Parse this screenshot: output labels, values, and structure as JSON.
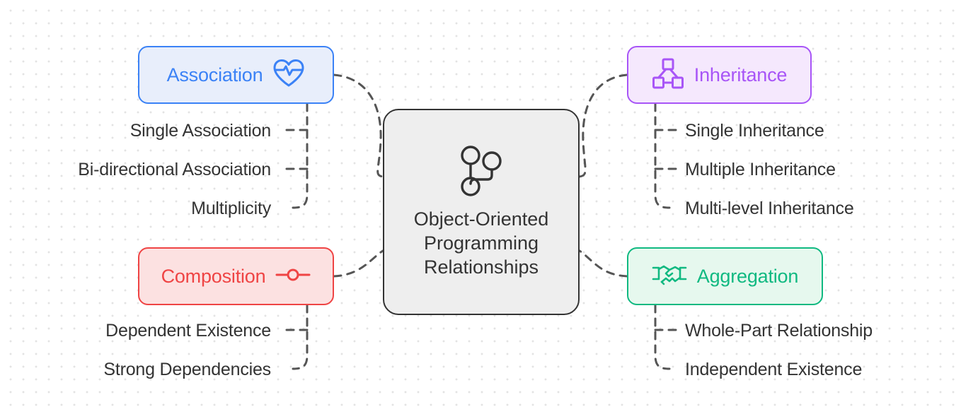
{
  "diagram": {
    "title": "Object-Oriented Programming Relationships",
    "type": "mindmap",
    "background": {
      "style": "dot-grid",
      "dot_color": "#e3e3e3",
      "page_color": "#ffffff"
    },
    "center": {
      "label": "Object-Oriented Programming Relationships",
      "icon": "git-branch-icon",
      "border_color": "#333333",
      "fill_color": "#eeeeee",
      "text_color": "#333333"
    },
    "branches": [
      {
        "id": "association",
        "label": "Association",
        "icon": "heart-pulse-icon",
        "accent_color": "#3b82f6",
        "fill_color": "#e8eefb",
        "position": "top-left",
        "children": [
          "Single Association",
          "Bi-directional Association",
          "Multiplicity"
        ]
      },
      {
        "id": "inheritance",
        "label": "Inheritance",
        "icon": "hierarchy-icon",
        "accent_color": "#a855f7",
        "fill_color": "#f5e8fd",
        "position": "top-right",
        "children": [
          "Single Inheritance",
          "Multiple Inheritance",
          "Multi-level Inheritance"
        ]
      },
      {
        "id": "composition",
        "label": "Composition",
        "icon": "link-node-icon",
        "accent_color": "#ef4444",
        "fill_color": "#fce1e1",
        "position": "bottom-left",
        "children": [
          "Dependent Existence",
          "Strong Dependencies"
        ]
      },
      {
        "id": "aggregation",
        "label": "Aggregation",
        "icon": "handshake-icon",
        "accent_color": "#10b981",
        "fill_color": "#e6f8ee",
        "position": "bottom-right",
        "children": [
          "Whole-Part Relationship",
          "Independent Existence"
        ]
      }
    ],
    "edge_style": {
      "stroke": "#555555",
      "dash": "10 9",
      "width": 3
    }
  }
}
